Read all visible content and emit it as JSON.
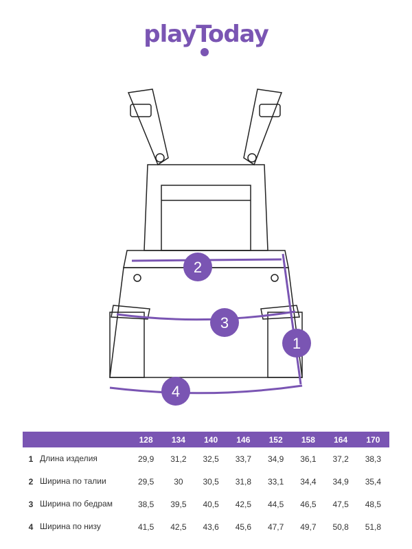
{
  "brand": "playToday",
  "colors": {
    "accent": "#7a55b3"
  },
  "markers": [
    "1",
    "2",
    "3",
    "4"
  ],
  "table": {
    "sizes": [
      "128",
      "134",
      "140",
      "146",
      "152",
      "158",
      "164",
      "170"
    ],
    "rows": [
      {
        "n": "1",
        "label": "Длина изделия",
        "values": [
          "29,9",
          "31,2",
          "32,5",
          "33,7",
          "34,9",
          "36,1",
          "37,2",
          "38,3"
        ]
      },
      {
        "n": "2",
        "label": "Ширина по талии",
        "values": [
          "29,5",
          "30",
          "30,5",
          "31,8",
          "33,1",
          "34,4",
          "34,9",
          "35,4"
        ]
      },
      {
        "n": "3",
        "label": "Ширина по бедрам",
        "values": [
          "38,5",
          "39,5",
          "40,5",
          "42,5",
          "44,5",
          "46,5",
          "47,5",
          "48,5"
        ]
      },
      {
        "n": "4",
        "label": "Ширина по низу",
        "values": [
          "41,5",
          "42,5",
          "43,6",
          "45,6",
          "47,7",
          "49,7",
          "50,8",
          "51,8"
        ]
      }
    ]
  }
}
